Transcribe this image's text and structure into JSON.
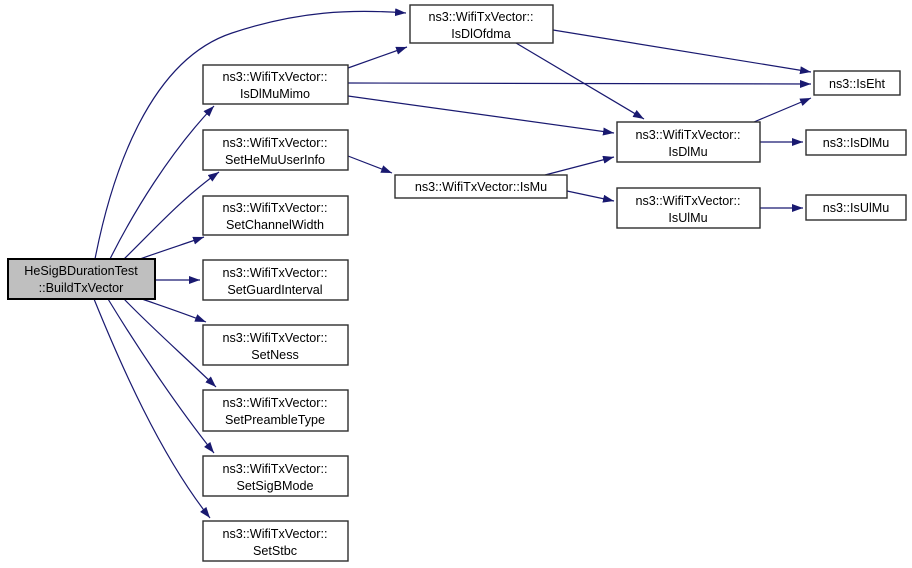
{
  "diagram_type": "doxygen-call-graph",
  "colors": {
    "edge": "#191970",
    "node_fill": "#ffffff",
    "node_border": "#2e2e2e",
    "highlight_fill": "#bfbfbf",
    "highlight_border": "#000000",
    "text": "#000000",
    "background": "#ffffff"
  },
  "nodes": {
    "build_tx_vector": {
      "lines": [
        "HeSigBDurationTest",
        "::BuildTxVector"
      ],
      "highlighted": true
    },
    "is_dl_ofdma": {
      "lines": [
        "ns3::WifiTxVector::",
        "IsDlOfdma"
      ]
    },
    "is_dl_mu_mimo": {
      "lines": [
        "ns3::WifiTxVector::",
        "IsDlMuMimo"
      ]
    },
    "set_he_mu_user_info": {
      "lines": [
        "ns3::WifiTxVector::",
        "SetHeMuUserInfo"
      ]
    },
    "set_channel_width": {
      "lines": [
        "ns3::WifiTxVector::",
        "SetChannelWidth"
      ]
    },
    "set_guard_interval": {
      "lines": [
        "ns3::WifiTxVector::",
        "SetGuardInterval"
      ]
    },
    "set_ness": {
      "lines": [
        "ns3::WifiTxVector::",
        "SetNess"
      ]
    },
    "set_preamble_type": {
      "lines": [
        "ns3::WifiTxVector::",
        "SetPreambleType"
      ]
    },
    "set_sig_b_mode": {
      "lines": [
        "ns3::WifiTxVector::",
        "SetSigBMode"
      ]
    },
    "set_stbc": {
      "lines": [
        "ns3::WifiTxVector::",
        "SetStbc"
      ]
    },
    "is_mu": {
      "lines": [
        "ns3::WifiTxVector::IsMu"
      ]
    },
    "wifi_is_dl_mu": {
      "lines": [
        "ns3::WifiTxVector::",
        "IsDlMu"
      ]
    },
    "wifi_is_ul_mu": {
      "lines": [
        "ns3::WifiTxVector::",
        "IsUlMu"
      ]
    },
    "is_eht": {
      "lines": [
        "ns3::IsEht"
      ]
    },
    "ns3_is_dl_mu": {
      "lines": [
        "ns3::IsDlMu"
      ]
    },
    "ns3_is_ul_mu": {
      "lines": [
        "ns3::IsUlMu"
      ]
    }
  },
  "edges": [
    {
      "from": "HeSigBDurationTest::BuildTxVector",
      "to": "ns3::WifiTxVector::IsDlOfdma"
    },
    {
      "from": "HeSigBDurationTest::BuildTxVector",
      "to": "ns3::WifiTxVector::IsDlMuMimo"
    },
    {
      "from": "HeSigBDurationTest::BuildTxVector",
      "to": "ns3::WifiTxVector::SetHeMuUserInfo"
    },
    {
      "from": "HeSigBDurationTest::BuildTxVector",
      "to": "ns3::WifiTxVector::SetChannelWidth"
    },
    {
      "from": "HeSigBDurationTest::BuildTxVector",
      "to": "ns3::WifiTxVector::SetGuardInterval"
    },
    {
      "from": "HeSigBDurationTest::BuildTxVector",
      "to": "ns3::WifiTxVector::SetNess"
    },
    {
      "from": "HeSigBDurationTest::BuildTxVector",
      "to": "ns3::WifiTxVector::SetPreambleType"
    },
    {
      "from": "HeSigBDurationTest::BuildTxVector",
      "to": "ns3::WifiTxVector::SetSigBMode"
    },
    {
      "from": "HeSigBDurationTest::BuildTxVector",
      "to": "ns3::WifiTxVector::SetStbc"
    },
    {
      "from": "ns3::WifiTxVector::IsDlOfdma",
      "to": "ns3::WifiTxVector::IsDlMu"
    },
    {
      "from": "ns3::WifiTxVector::IsDlOfdma",
      "to": "ns3::IsEht"
    },
    {
      "from": "ns3::WifiTxVector::IsDlMuMimo",
      "to": "ns3::WifiTxVector::IsDlOfdma"
    },
    {
      "from": "ns3::WifiTxVector::IsDlMuMimo",
      "to": "ns3::WifiTxVector::IsDlMu"
    },
    {
      "from": "ns3::WifiTxVector::IsDlMuMimo",
      "to": "ns3::IsEht"
    },
    {
      "from": "ns3::WifiTxVector::SetHeMuUserInfo",
      "to": "ns3::WifiTxVector::IsMu"
    },
    {
      "from": "ns3::WifiTxVector::IsMu",
      "to": "ns3::WifiTxVector::IsDlMu"
    },
    {
      "from": "ns3::WifiTxVector::IsMu",
      "to": "ns3::WifiTxVector::IsUlMu"
    },
    {
      "from": "ns3::WifiTxVector::IsDlMu",
      "to": "ns3::IsDlMu"
    },
    {
      "from": "ns3::WifiTxVector::IsDlMu",
      "to": "ns3::IsEht"
    },
    {
      "from": "ns3::WifiTxVector::IsUlMu",
      "to": "ns3::IsUlMu"
    }
  ]
}
